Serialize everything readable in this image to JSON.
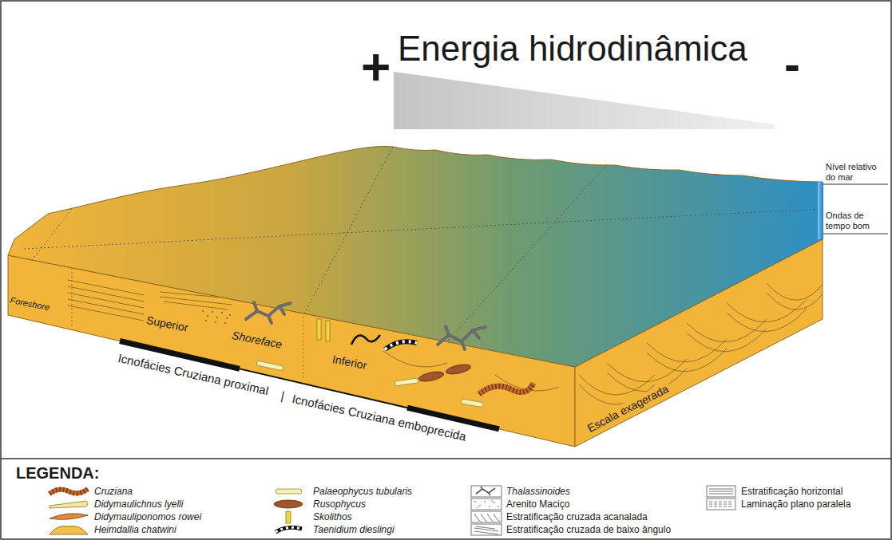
{
  "diagram": {
    "title": "Energia hidrodinâmica",
    "labels": [
      "+",
      "-",
      "Nível relativo do mar",
      "Ondas de tempo bom",
      "Foreshore",
      "Superior",
      "Shoreface",
      "Inferior",
      "Icnofácies Cruziana proximal",
      "|",
      "Icnofácies Cruziana emboprecida",
      "Escala exagerada",
      "LEGENDA:"
    ],
    "legend": [
      {
        "text": "Cruziana"
      },
      {
        "text": "Didymaulichnus lyelli"
      },
      {
        "text": "Didymauliponomos rowei"
      },
      {
        "text": "Heimdallia chatwini"
      },
      {
        "text": "Palaeophycus tubularis"
      },
      {
        "text": "Rusophycus"
      },
      {
        "text": "Skolithos"
      },
      {
        "text": "Taenidium dieslingi"
      },
      {
        "text": "Thalassinoides"
      },
      {
        "text": "Arenito Maciço"
      },
      {
        "text": "Estratificação cruzada acanalada"
      },
      {
        "text": "Estratificação cruzada de baixo ângulo"
      },
      {
        "text": "Estratificação horizontal"
      },
      {
        "text": "Laminação plano paralela"
      }
    ]
  }
}
